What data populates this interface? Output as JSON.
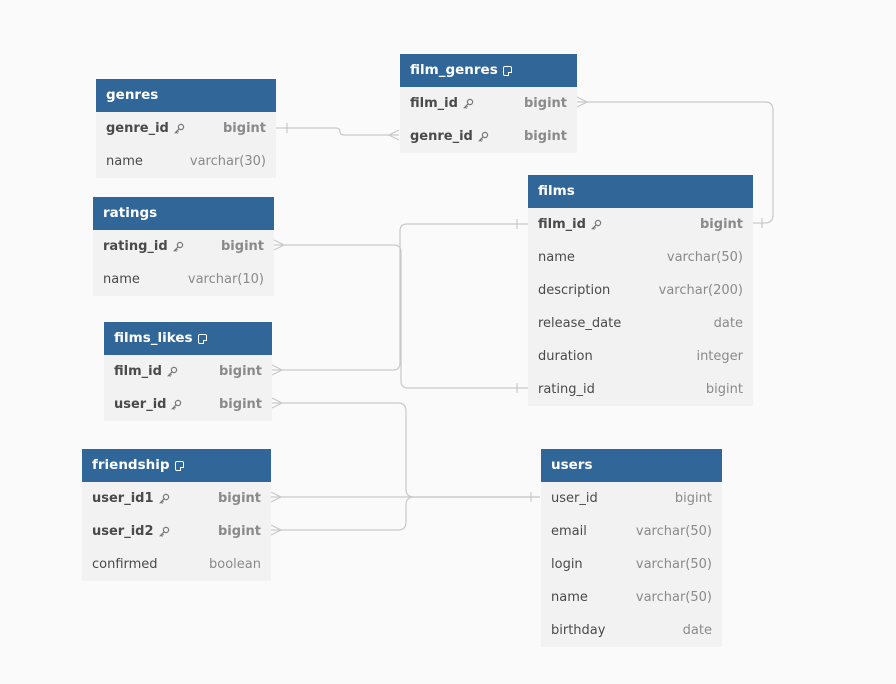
{
  "tables": {
    "genres": {
      "name": "genres",
      "has_note": false,
      "fields": [
        {
          "name": "genre_id",
          "type": "bigint",
          "pk": true
        },
        {
          "name": "name",
          "type": "varchar(30)",
          "pk": false
        }
      ]
    },
    "film_genres": {
      "name": "film_genres",
      "has_note": true,
      "fields": [
        {
          "name": "film_id",
          "type": "bigint",
          "pk": true
        },
        {
          "name": "genre_id",
          "type": "bigint",
          "pk": true
        }
      ]
    },
    "films": {
      "name": "films",
      "has_note": false,
      "fields": [
        {
          "name": "film_id",
          "type": "bigint",
          "pk": true
        },
        {
          "name": "name",
          "type": "varchar(50)",
          "pk": false
        },
        {
          "name": "description",
          "type": "varchar(200)",
          "pk": false
        },
        {
          "name": "release_date",
          "type": "date",
          "pk": false
        },
        {
          "name": "duration",
          "type": "integer",
          "pk": false
        },
        {
          "name": "rating_id",
          "type": "bigint",
          "pk": false
        }
      ]
    },
    "ratings": {
      "name": "ratings",
      "has_note": false,
      "fields": [
        {
          "name": "rating_id",
          "type": "bigint",
          "pk": true
        },
        {
          "name": "name",
          "type": "varchar(10)",
          "pk": false
        }
      ]
    },
    "films_likes": {
      "name": "films_likes",
      "has_note": true,
      "fields": [
        {
          "name": "film_id",
          "type": "bigint",
          "pk": true
        },
        {
          "name": "user_id",
          "type": "bigint",
          "pk": true
        }
      ]
    },
    "friendship": {
      "name": "friendship",
      "has_note": true,
      "fields": [
        {
          "name": "user_id1",
          "type": "bigint",
          "pk": true
        },
        {
          "name": "user_id2",
          "type": "bigint",
          "pk": true
        },
        {
          "name": "confirmed",
          "type": "boolean",
          "pk": false
        }
      ]
    },
    "users": {
      "name": "users",
      "has_note": false,
      "fields": [
        {
          "name": "user_id",
          "type": "bigint",
          "pk": false
        },
        {
          "name": "email",
          "type": "varchar(50)",
          "pk": false
        },
        {
          "name": "login",
          "type": "varchar(50)",
          "pk": false
        },
        {
          "name": "name",
          "type": "varchar(50)",
          "pk": false
        },
        {
          "name": "birthday",
          "type": "date",
          "pk": false
        }
      ]
    }
  },
  "relationships": [
    {
      "from": "film_genres.genre_id",
      "to": "genres.genre_id"
    },
    {
      "from": "film_genres.film_id",
      "to": "films.film_id"
    },
    {
      "from": "ratings.rating_id",
      "to": "films.rating_id"
    },
    {
      "from": "films_likes.film_id",
      "to": "films.film_id"
    },
    {
      "from": "films_likes.user_id",
      "to": "users.user_id"
    },
    {
      "from": "friendship.user_id1",
      "to": "users.user_id"
    },
    {
      "from": "friendship.user_id2",
      "to": "users.user_id"
    }
  ],
  "colors": {
    "header": "#316699",
    "body": "#f2f2f2",
    "connector": "#c9c9c9"
  }
}
